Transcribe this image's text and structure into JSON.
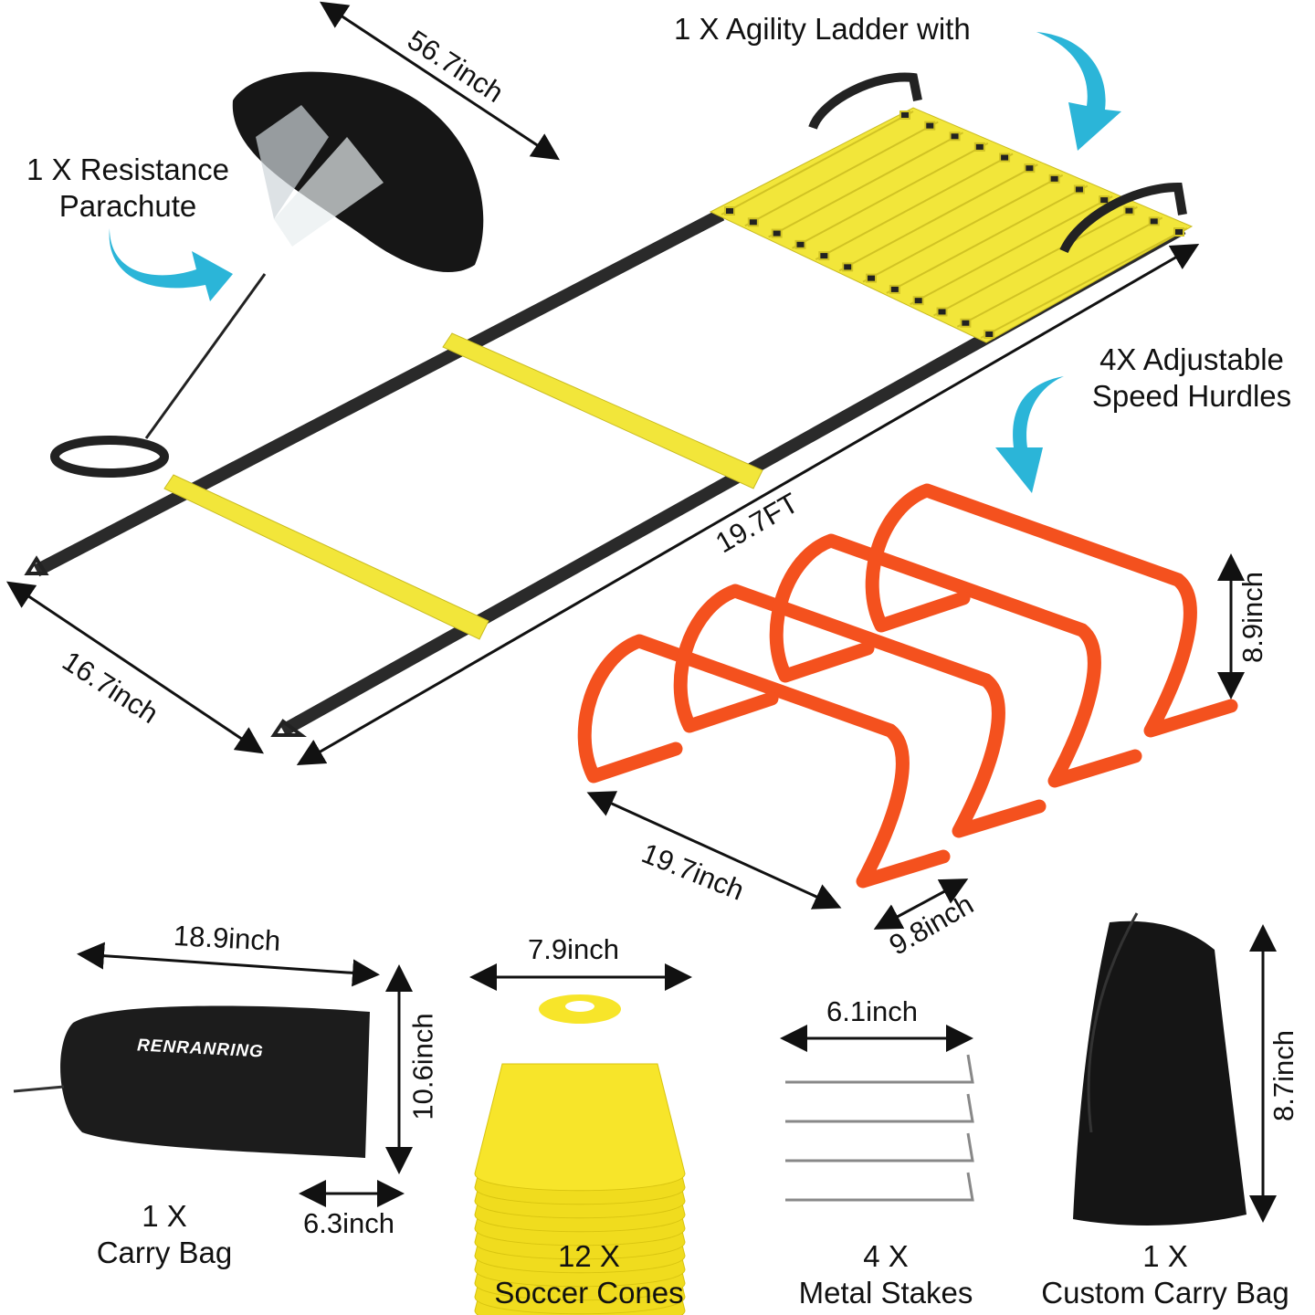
{
  "items": {
    "ladder": {
      "line1": "1 X Agility Ladder with"
    },
    "parachute": {
      "line1": "1 X Resistance",
      "line2": "Parachute"
    },
    "hurdles": {
      "line1": "4X Adjustable",
      "line2": "Speed Hurdles"
    },
    "carry_bag": {
      "line1": "1 X",
      "line2": "Carry Bag"
    },
    "cones": {
      "line1": "12 X",
      "line2": "Soccer Cones"
    },
    "stakes": {
      "line1": "4 X",
      "line2": "Metal Stakes"
    },
    "custom_bag": {
      "line1": "1 X",
      "line2": "Custom Carry Bag"
    }
  },
  "dimensions": {
    "parachute_width": "56.7inch",
    "ladder_length": "19.7FT",
    "ladder_width": "16.7inch",
    "hurdle_height": "8.9inch",
    "hurdle_width": "19.7inch",
    "hurdle_depth": "9.8inch",
    "bag_width": "18.9inch",
    "bag_height": "10.6inch",
    "bag_depth": "6.3inch",
    "cone_diameter": "7.9inch",
    "stake_length": "6.1inch",
    "custom_bag_height": "8.7inch"
  },
  "brand_logo": "RENRANRING",
  "colors": {
    "ladder": "#f2e63a",
    "hurdle": "#f4511e",
    "strap": "#2a2a2a",
    "arrow": "#2bb5d8",
    "cone": "#f5e025"
  }
}
